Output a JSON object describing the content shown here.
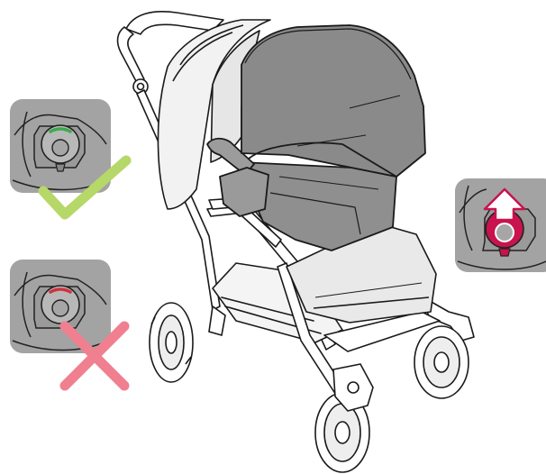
{
  "figure": {
    "subject": "stroller-with-infant-car-seat",
    "colors": {
      "background": "#ffffff",
      "outline": "#1a1a1a",
      "frame_fill": "#ffffff",
      "seat_light": "#e6e6e6",
      "car_seat_canopy": "#8a8a8a",
      "car_seat_shell": "#8f8f8f",
      "inset_bg": "#a3a3a3",
      "indicator_ok": "#3daa4c",
      "indicator_bad": "#d0333d",
      "check_mark": "#b5d868",
      "cross_mark": "#f0808f",
      "release_accent": "#c8134e"
    },
    "icons": {
      "correct": "check-mark-icon",
      "incorrect": "cross-mark-icon",
      "release": "arrow-up-icon"
    },
    "insets": [
      {
        "id": "correct",
        "indicator": "green",
        "mark": "check"
      },
      {
        "id": "incorrect",
        "indicator": "red",
        "mark": "cross"
      },
      {
        "id": "release",
        "indicator": "pink",
        "mark": "arrow-up"
      }
    ]
  }
}
